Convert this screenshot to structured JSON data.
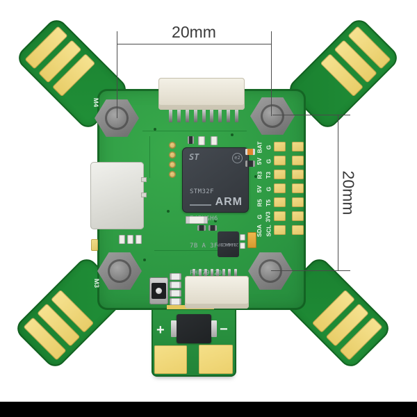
{
  "dimensions": {
    "top": "20mm",
    "right": "20mm"
  },
  "mcu": {
    "vendor": "ST",
    "cert_mark": "e2",
    "line1": "STM32F",
    "line2": "745VGH6",
    "line3": "7B A 3F VQ Z",
    "line4": "PHL79 20L",
    "core": "ARM"
  },
  "aux_ic": {
    "line1": "1428P",
    "line2": "R14AC1",
    "line3": "2146"
  },
  "motor_pads": {
    "top_left": "M4",
    "bottom_left": "M3"
  },
  "io_rows": [
    {
      "left": "BAT",
      "right": "G"
    },
    {
      "left": "5V",
      "right": "G"
    },
    {
      "left": "R3",
      "right": "T3"
    },
    {
      "left": "5V",
      "right": "G"
    },
    {
      "left": "R5",
      "right": "T5"
    },
    {
      "left": "G",
      "right": "3V3"
    },
    {
      "left": "SDA",
      "right": "SCL"
    }
  ],
  "battery_pads": {
    "positive": "+",
    "negative": "−"
  },
  "colors": {
    "background": "#ffffff",
    "pcb_green": "#2c9742",
    "pad_gold": "#ecd57a",
    "standoff_gray": "#8b8b8b",
    "dimension_line": "#4a4a4a",
    "chip_body": "#3b4046",
    "bottom_bar": "#000000"
  }
}
